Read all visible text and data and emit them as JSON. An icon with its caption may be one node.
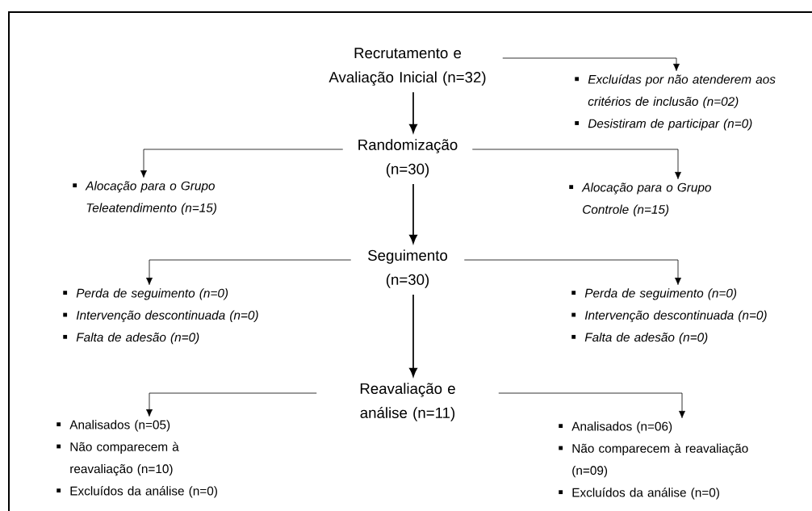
{
  "diagram": {
    "nodes": [
      {
        "text": [
          "Recrutamento e Avaliação Inicial (n=32)"
        ]
      },
      {
        "text": [
          "Excluídas por não atenderem aos critérios de inclusão (n=02)",
          "Desistiram de participar (n=0)"
        ]
      },
      {
        "text": [
          "Randomização (n=30)"
        ]
      },
      {
        "text": [
          "Alocação para o Grupo Teleatendimento (n=15)"
        ]
      },
      {
        "text": [
          "Alocação para o Grupo Controle (n=15)"
        ]
      },
      {
        "text": [
          "Seguimento (n=30)"
        ]
      },
      {
        "text": [
          "Perda de seguimento (n=0)",
          "Intervenção descontinuada (n=0)",
          "Falta de adesão (n=0)"
        ]
      },
      {
        "text": [
          "Perda de seguimento (n=0)",
          "Intervenção descontinuada (n=0)",
          "Falta de adesão (n=0)"
        ]
      },
      {
        "text": [
          "Reavaliação e análise (n=11)"
        ]
      },
      {
        "text": [
          "Analisados (n=05)",
          "Não comparecem à reavaliação (n=10)",
          "Excluídos da análise (n=0)"
        ]
      },
      {
        "text": [
          "Analisados (n=06)",
          "Não comparecem à reavaliação (n=09)",
          "Excluídos da análise (n=0)"
        ]
      }
    ],
    "edges": [
      {
        "from": 0,
        "to": 1,
        "arrow": "to"
      },
      {
        "from": 0,
        "to": 2,
        "arrow": "to"
      },
      {
        "from": 2,
        "to": 3,
        "arrow": "to"
      },
      {
        "from": 2,
        "to": 4,
        "arrow": "to"
      },
      {
        "from": 2,
        "to": 5,
        "arrow": "to"
      },
      {
        "from": 5,
        "to": 6,
        "arrow": "to"
      },
      {
        "from": 5,
        "to": 7,
        "arrow": "to"
      },
      {
        "from": 5,
        "to": 8,
        "arrow": "to"
      },
      {
        "from": 8,
        "to": 9,
        "arrow": "to"
      },
      {
        "from": 8,
        "to": 10,
        "arrow": "to"
      }
    ]
  }
}
